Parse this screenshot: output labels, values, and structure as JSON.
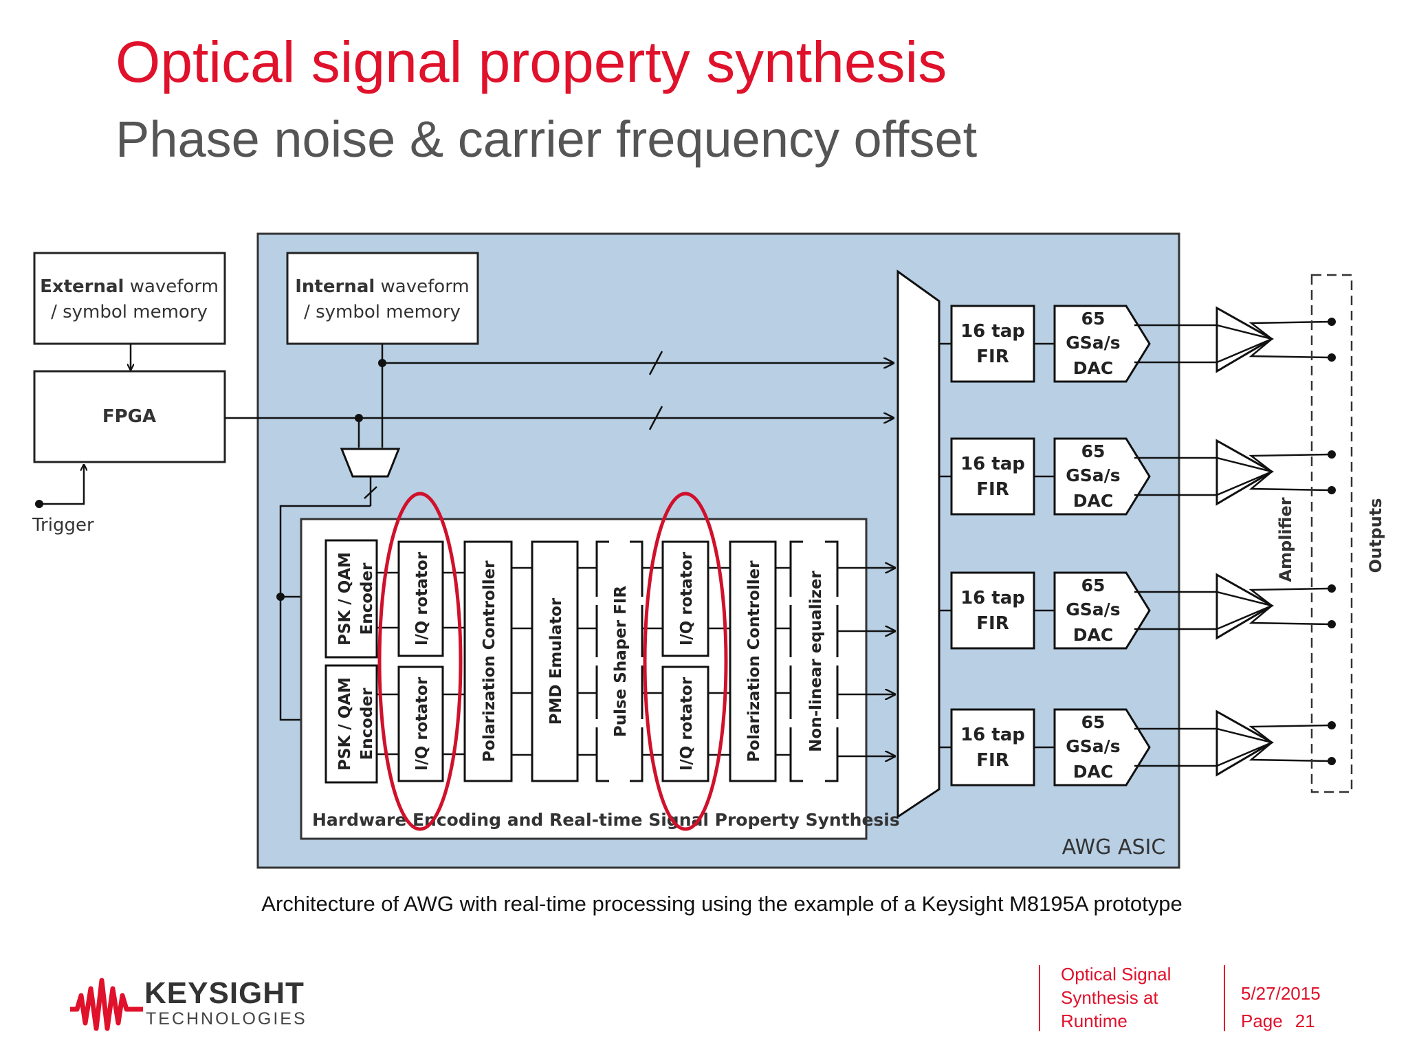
{
  "slide": {
    "title": "Optical signal property synthesis",
    "subtitle": "Phase noise & carrier frequency offset",
    "caption": "Architecture of AWG with real-time processing using the example of a Keysight M8195A prototype"
  },
  "diagram": {
    "external_memory": {
      "bold": "External",
      "rest": "waveform",
      "line2": "/ symbol memory"
    },
    "internal_memory": {
      "bold": "Internal",
      "rest": "waveform",
      "line2": "/ symbol memory"
    },
    "fpga": "FPGA",
    "trigger": "Trigger",
    "asic_label": "AWG ASIC",
    "processing_label": "Hardware Encoding and Real-time Signal Property Synthesis",
    "encoder_line1": "PSK / QAM",
    "encoder_line2": "Encoder",
    "iq_rotator": "I/Q rotator",
    "polarization_controller": "Polarization Controller",
    "pmd_emulator": "PMD Emulator",
    "pulse_shaper": "Pulse Shaper FIR",
    "nonlinear_equalizer": "Non-linear equalizer",
    "fir": {
      "line1": "16 tap",
      "line2": "FIR"
    },
    "dac": {
      "line1": "65",
      "line2": "GSa/s",
      "line3": "DAC"
    },
    "amplifier": "Amplifier",
    "outputs": "Outputs",
    "highlight_color": "#d0112b",
    "asic_fill": "#b8cfe4"
  },
  "brand": {
    "name": "KEYSIGHT",
    "sub": "TECHNOLOGIES",
    "color": "#e0112b"
  },
  "footer": {
    "title_line1": "Optical Signal",
    "title_line2": "Synthesis at",
    "title_line3": "Runtime",
    "date": "5/27/2015",
    "page_label": "Page",
    "page_number": "21"
  }
}
